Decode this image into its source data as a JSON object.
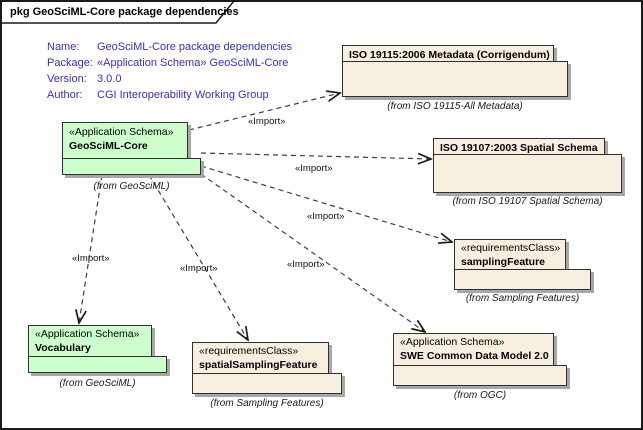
{
  "diagram": {
    "tab_label": "pkg GeoSciML-Core package dependencies",
    "type": "UML package dependency diagram"
  },
  "metadata": {
    "rows": [
      {
        "label": "Name:",
        "value": "GeoSciML-Core package dependencies"
      },
      {
        "label": "Package:",
        "value": "«Application Schema» GeoSciML-Core"
      },
      {
        "label": "Version:",
        "value": "3.0.0"
      },
      {
        "label": "Author:",
        "value": "CGI Interoperability Working Group"
      }
    ]
  },
  "packages": [
    {
      "stereotype": "«Application Schema»",
      "name": "GeoSciML-Core",
      "from": "(from GeoSciML)",
      "fill": "#ccffcc"
    },
    {
      "stereotype": "",
      "name": "ISO 19115:2006 Metadata (Corrigendum)",
      "from": "(from ISO 19115-All Metadata)",
      "fill": "#f7efdf"
    },
    {
      "stereotype": "",
      "name": "ISO 19107:2003 Spatial Schema",
      "from": "(from ISO 19107 Spatial Schema)",
      "fill": "#f7efdf"
    },
    {
      "stereotype": "«requirementsClass»",
      "name": "samplingFeature",
      "from": "(from Sampling Features)",
      "fill": "#f7efdf"
    },
    {
      "stereotype": "«Application Schema»",
      "name": "Vocabulary",
      "from": "(from GeoSciML)",
      "fill": "#ccffcc"
    },
    {
      "stereotype": "«requirementsClass»",
      "name": "spatialSamplingFeature",
      "from": "(from Sampling Features)",
      "fill": "#f7efdf"
    },
    {
      "stereotype": "«Application Schema»",
      "name": "SWE Common Data Model 2.0",
      "from": "(from OGC)",
      "fill": "#f7efdf"
    }
  ],
  "connectors": [
    {
      "label": "«Import»",
      "source": "GeoSciML-Core",
      "target": "ISO 19115:2006 Metadata (Corrigendum)"
    },
    {
      "label": "«Import»",
      "source": "GeoSciML-Core",
      "target": "ISO 19107:2003 Spatial Schema"
    },
    {
      "label": "«Import»",
      "source": "GeoSciML-Core",
      "target": "samplingFeature"
    },
    {
      "label": "«Import»",
      "source": "GeoSciML-Core",
      "target": "Vocabulary"
    },
    {
      "label": "«Import»",
      "source": "GeoSciML-Core",
      "target": "spatialSamplingFeature"
    },
    {
      "label": "«Import»",
      "source": "GeoSciML-Core",
      "target": "SWE Common Data Model 2.0"
    }
  ],
  "colors": {
    "package_green": "#ccffcc",
    "package_tan": "#f7efdf",
    "shadow_gray": "#a8a8a8",
    "metadata_blue": "#3333b3",
    "line_black": "#3d3d3d"
  }
}
